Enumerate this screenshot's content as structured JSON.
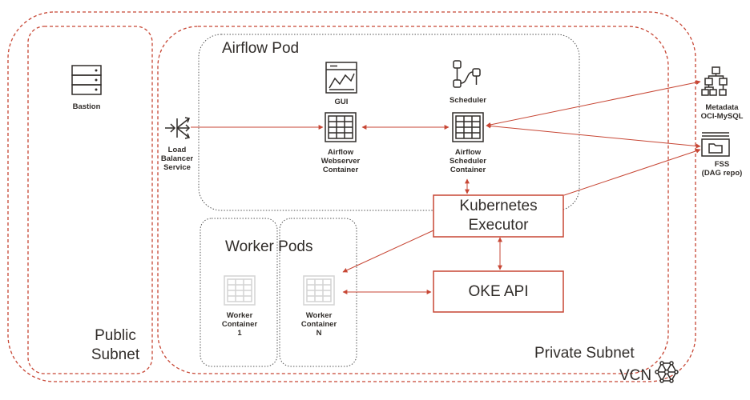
{
  "colors": {
    "accent": "#c74634",
    "text": "#312d2a",
    "icon": "#312d2a",
    "icon_faded": "#d3d3d3"
  },
  "regions": {
    "vcn": "VCN",
    "public_subnet": "Public\nSubnet",
    "private_subnet": "Private Subnet",
    "airflow_pod": "Airflow Pod",
    "worker_pods": "Worker Pods"
  },
  "nodes": {
    "bastion": {
      "label": "Bastion",
      "icon": "server-rack-icon"
    },
    "load_balancer": {
      "label": "Load\nBalancer\nService",
      "icon": "load-balancer-icon"
    },
    "gui": {
      "label": "GUI",
      "icon": "dashboard-chart-icon"
    },
    "airflow_webserver": {
      "label": "Airflow\nWebserver\nContainer",
      "icon": "container-icon"
    },
    "scheduler": {
      "label": "Scheduler",
      "icon": "workflow-icon"
    },
    "airflow_scheduler": {
      "label": "Airflow\nScheduler\nContainer",
      "icon": "container-icon"
    },
    "kubernetes_executor": {
      "label": "Kubernetes\nExecutor"
    },
    "oke_api": {
      "label": "OKE API"
    },
    "worker_container_1": {
      "label": "Worker\nContainer\n1",
      "icon": "container-icon"
    },
    "worker_container_n": {
      "label": "Worker\nContainer\nN",
      "icon": "container-icon"
    },
    "metadata": {
      "label": "Metadata\nOCI-MySQL",
      "icon": "database-hierarchy-icon"
    },
    "fss": {
      "label": "FSS\n(DAG repo)",
      "icon": "file-storage-icon"
    }
  },
  "connections": [
    {
      "from": "load_balancer",
      "to": "airflow_webserver",
      "direction": "one-way"
    },
    {
      "from": "airflow_webserver",
      "to": "airflow_scheduler",
      "direction": "two-way"
    },
    {
      "from": "airflow_scheduler",
      "to": "kubernetes_executor",
      "direction": "two-way"
    },
    {
      "from": "kubernetes_executor",
      "to": "oke_api",
      "direction": "two-way"
    },
    {
      "from": "kubernetes_executor",
      "to": "worker_container_n",
      "direction": "one-way"
    },
    {
      "from": "oke_api",
      "to": "worker_container_n",
      "direction": "two-way"
    },
    {
      "from": "airflow_scheduler",
      "to": "metadata",
      "direction": "two-way"
    },
    {
      "from": "airflow_scheduler",
      "to": "fss",
      "direction": "two-way"
    },
    {
      "from": "kubernetes_executor",
      "to": "fss",
      "direction": "one-way"
    }
  ]
}
